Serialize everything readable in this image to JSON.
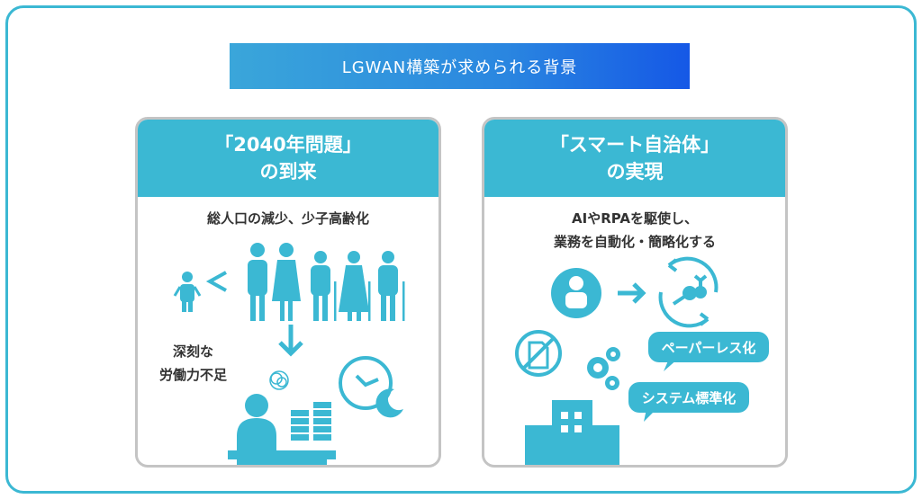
{
  "title": "LGWAN構築が求められる背景",
  "colors": {
    "accent": "#3bb8d3",
    "banner": "#2a86e0",
    "border": "#c4c4c4"
  },
  "left": {
    "header": [
      "「2040年問題」",
      "の到来"
    ],
    "subtitle": "総人口の減少、少子高齢化",
    "comparison": "<",
    "note": [
      "深刻な",
      "労働力不足"
    ],
    "icons": [
      "child-icon",
      "adults-elderly-icon",
      "arrow-down-icon",
      "stress-icon",
      "worker-desk-icon",
      "document-stack-icon",
      "clock-icon",
      "moon-icon"
    ]
  },
  "right": {
    "header": [
      "「スマート自治体」",
      "の実現"
    ],
    "subtitle": [
      "AIやRPAを駆使し、",
      "業務を自動化・簡略化する"
    ],
    "bubbles": [
      "ペーパーレス化",
      "システム標準化"
    ],
    "icons": [
      "person-icon",
      "arrow-right-icon",
      "robot-arm-cycle-icon",
      "no-paper-icon",
      "gears-icon",
      "building-icon"
    ]
  }
}
